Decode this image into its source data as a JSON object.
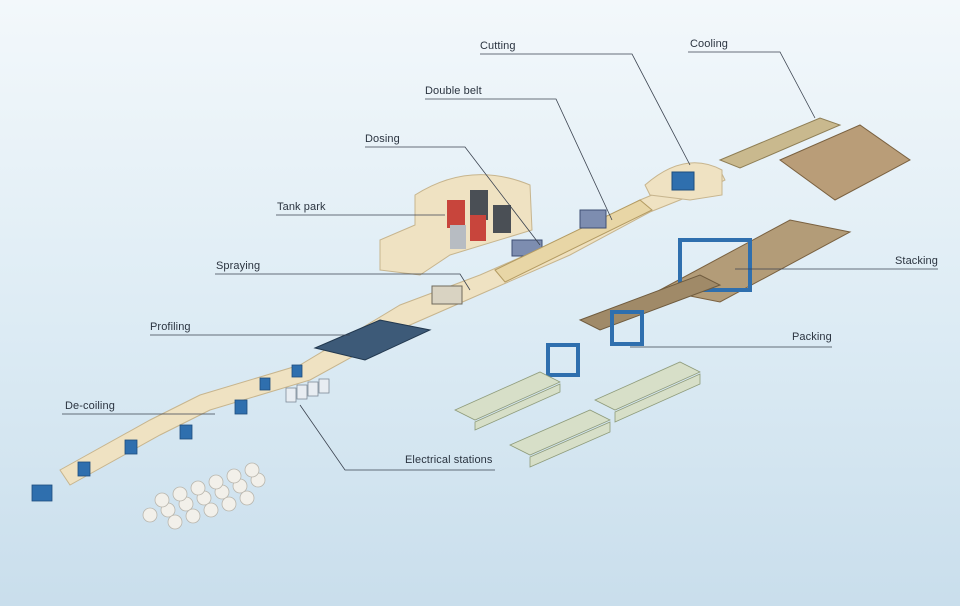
{
  "labels": {
    "cutting": "Cutting",
    "cooling": "Cooling",
    "double_belt": "Double belt",
    "dosing": "Dosing",
    "tank_park": "Tank park",
    "spraying": "Spraying",
    "stacking": "Stacking",
    "profiling": "Profiling",
    "packing": "Packing",
    "de_coiling": "De-coiling",
    "electrical_stations": "Electrical stations"
  },
  "colors": {
    "background_top": "#f3f8fb",
    "background_bottom": "#c9deec",
    "line_beige": "#efe2c2",
    "machine_blue": "#2f6fae",
    "tank_red": "#c8453c",
    "tank_dark": "#4a4f55",
    "leader_line": "#3b4350"
  }
}
